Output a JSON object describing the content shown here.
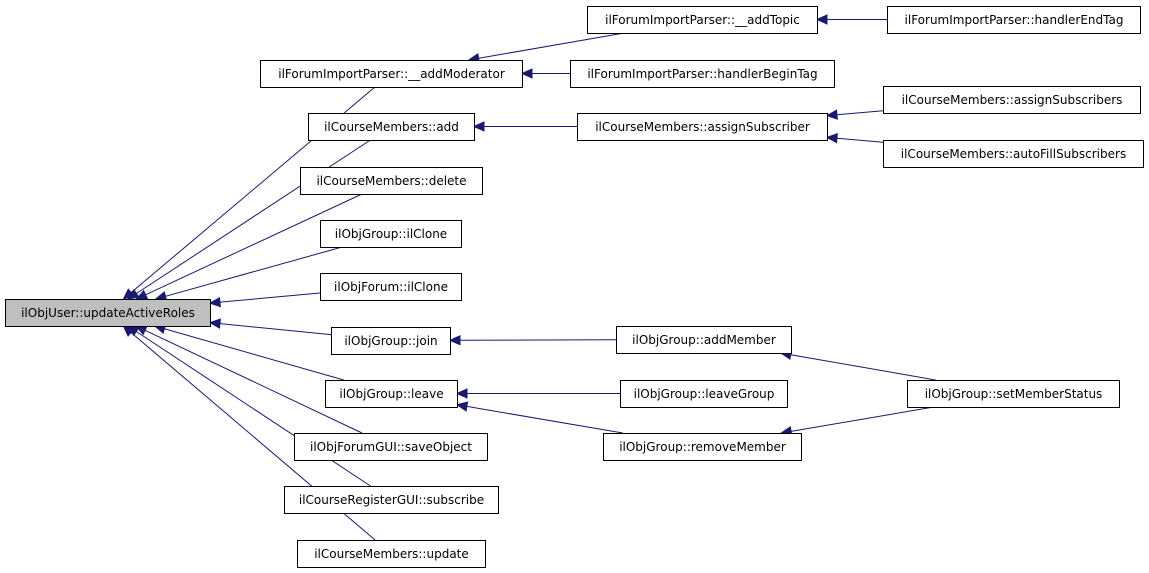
{
  "diagram": {
    "type": "call-graph",
    "colors": {
      "edge": "#191970",
      "root_fill": "#bfbfbf",
      "node_fill": "#ffffff",
      "node_border": "#000000"
    },
    "nodes": [
      {
        "id": "root",
        "label": "ilObjUser::updateActiveRoles",
        "highlighted": true
      },
      {
        "id": "fip_addModerator",
        "label": "ilForumImportParser::__addModerator"
      },
      {
        "id": "fip_addTopic",
        "label": "ilForumImportParser::__addTopic"
      },
      {
        "id": "fip_handlerEndTag",
        "label": "ilForumImportParser::handlerEndTag"
      },
      {
        "id": "fip_handlerBeginTag",
        "label": "ilForumImportParser::handlerBeginTag"
      },
      {
        "id": "cm_add",
        "label": "ilCourseMembers::add"
      },
      {
        "id": "cm_assignSubscriber",
        "label": "ilCourseMembers::assignSubscriber"
      },
      {
        "id": "cm_assignSubscribers",
        "label": "ilCourseMembers::assignSubscribers"
      },
      {
        "id": "cm_autoFillSubscribers",
        "label": "ilCourseMembers::autoFillSubscribers"
      },
      {
        "id": "cm_delete",
        "label": "ilCourseMembers::delete"
      },
      {
        "id": "og_ilClone",
        "label": "ilObjGroup::ilClone"
      },
      {
        "id": "of_ilClone",
        "label": "ilObjForum::ilClone"
      },
      {
        "id": "og_join",
        "label": "ilObjGroup::join"
      },
      {
        "id": "og_addMember",
        "label": "ilObjGroup::addMember"
      },
      {
        "id": "og_setMemberStatus",
        "label": "ilObjGroup::setMemberStatus"
      },
      {
        "id": "og_leave",
        "label": "ilObjGroup::leave"
      },
      {
        "id": "og_leaveGroup",
        "label": "ilObjGroup::leaveGroup"
      },
      {
        "id": "og_removeMember",
        "label": "ilObjGroup::removeMember"
      },
      {
        "id": "ofg_saveObject",
        "label": "ilObjForumGUI::saveObject"
      },
      {
        "id": "crg_subscribe",
        "label": "ilCourseRegisterGUI::subscribe"
      },
      {
        "id": "cm_update",
        "label": "ilCourseMembers::update"
      }
    ],
    "edges": [
      {
        "from": "fip_addModerator",
        "to": "root"
      },
      {
        "from": "cm_add",
        "to": "root"
      },
      {
        "from": "cm_delete",
        "to": "root"
      },
      {
        "from": "og_ilClone",
        "to": "root"
      },
      {
        "from": "of_ilClone",
        "to": "root"
      },
      {
        "from": "og_join",
        "to": "root"
      },
      {
        "from": "og_leave",
        "to": "root"
      },
      {
        "from": "ofg_saveObject",
        "to": "root"
      },
      {
        "from": "crg_subscribe",
        "to": "root"
      },
      {
        "from": "cm_update",
        "to": "root"
      },
      {
        "from": "fip_addTopic",
        "to": "fip_addModerator"
      },
      {
        "from": "fip_handlerBeginTag",
        "to": "fip_addModerator"
      },
      {
        "from": "fip_handlerEndTag",
        "to": "fip_addTopic"
      },
      {
        "from": "cm_assignSubscriber",
        "to": "cm_add"
      },
      {
        "from": "cm_assignSubscribers",
        "to": "cm_assignSubscriber"
      },
      {
        "from": "cm_autoFillSubscribers",
        "to": "cm_assignSubscriber"
      },
      {
        "from": "og_addMember",
        "to": "og_join"
      },
      {
        "from": "og_setMemberStatus",
        "to": "og_addMember"
      },
      {
        "from": "og_leaveGroup",
        "to": "og_leave"
      },
      {
        "from": "og_removeMember",
        "to": "og_leave"
      },
      {
        "from": "og_setMemberStatus",
        "to": "og_removeMember"
      }
    ]
  }
}
